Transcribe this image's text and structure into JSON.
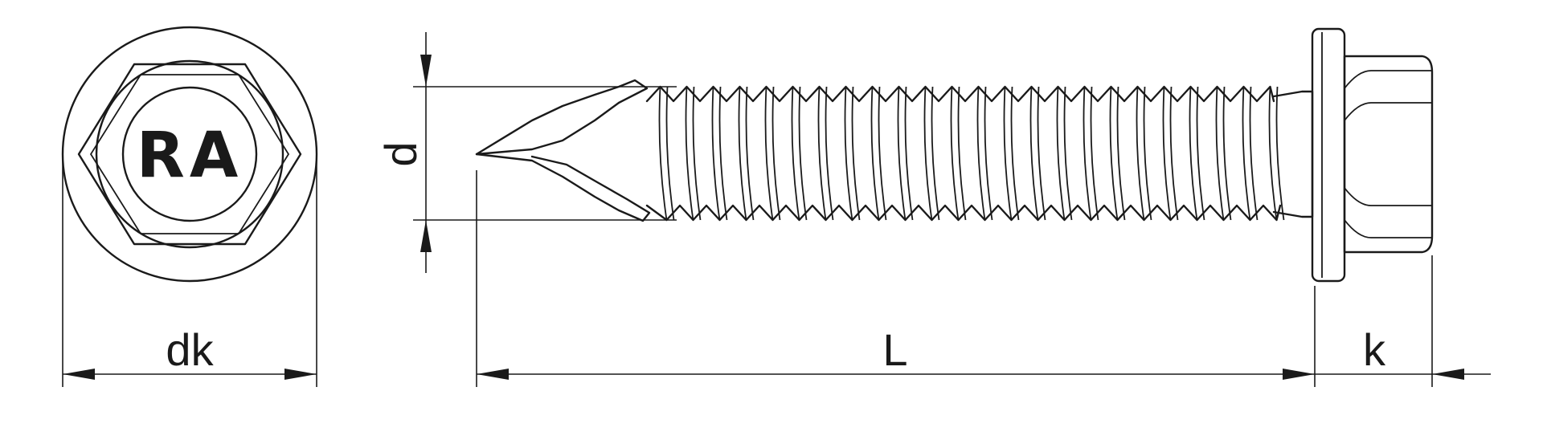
{
  "head_marking": "RA",
  "labels": {
    "head_diameter": "dk",
    "thread_diameter": "d",
    "length": "L",
    "head_height": "k"
  },
  "colors": {
    "line": "#1a1a1a",
    "background": "#ffffff"
  }
}
